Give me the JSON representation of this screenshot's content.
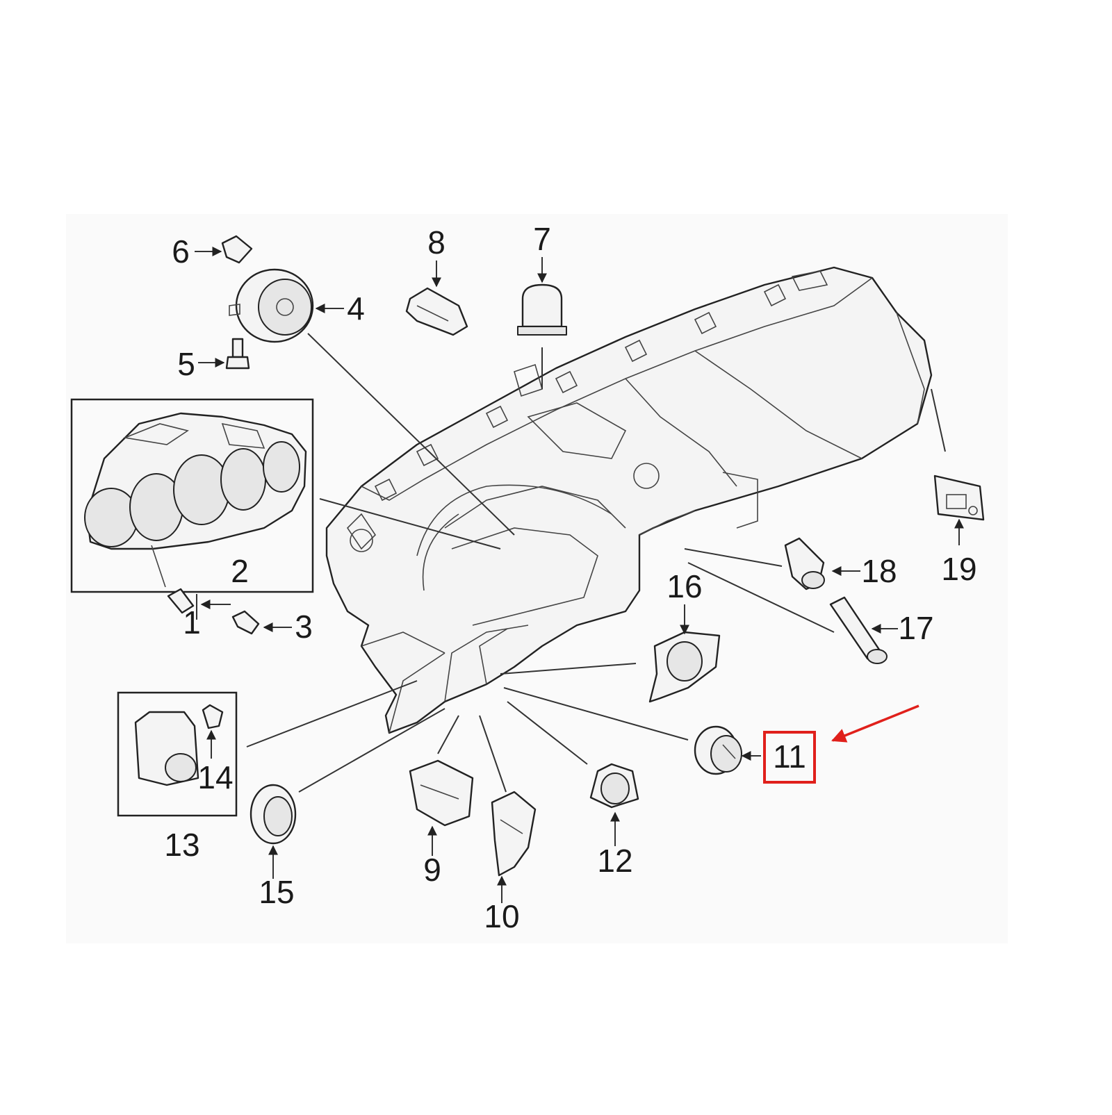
{
  "diagram": {
    "callouts": {
      "c1": "1",
      "c2": "2",
      "c3": "3",
      "c4": "4",
      "c5": "5",
      "c6": "6",
      "c7": "7",
      "c8": "8",
      "c9": "9",
      "c10": "10",
      "c11": "11",
      "c12": "12",
      "c13": "13",
      "c14": "14",
      "c15": "15",
      "c16": "16",
      "c17": "17",
      "c18": "18",
      "c19": "19"
    },
    "highlighted_part": "11",
    "highlight_color": "#e0201b",
    "line_color": "#222222"
  }
}
